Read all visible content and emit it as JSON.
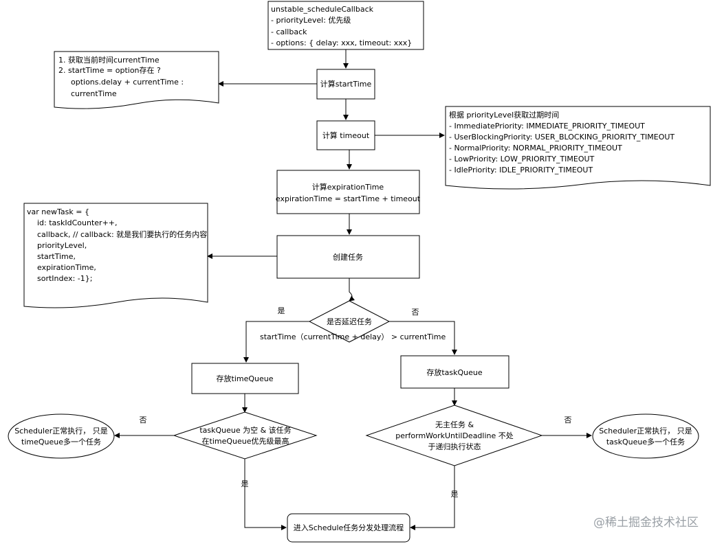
{
  "nodes": {
    "schedule_callback": [
      "unstable_scheduleCallback",
      "- priorityLevel: 优先级",
      "- callback",
      "- options: { delay: xxx, timeout: xxx}"
    ],
    "calc_start_time": "计算startTime",
    "start_time_note": [
      "1. 获取当前时间currentTime",
      "2. startTime = option存在 ?",
      "options.delay + currentTime :",
      "currentTime"
    ],
    "calc_timeout": "计算 timeout",
    "timeout_note": [
      "根据 priorityLevel获取过期时间",
      "- ImmediatePriority:  IMMEDIATE_PRIORITY_TIMEOUT",
      "- UserBlockingPriority:  USER_BLOCKING_PRIORITY_TIMEOUT",
      "- NormalPriority:  NORMAL_PRIORITY_TIMEOUT",
      "- LowPriority: LOW_PRIORITY_TIMEOUT",
      "- IdlePriority: IDLE_PRIORITY_TIMEOUT"
    ],
    "calc_expiration": [
      "计算expirationTime",
      "expirationTime = startTime + timeout"
    ],
    "create_task": "创建任务",
    "new_task_note": [
      "var newTask = {",
      "id: taskIdCounter++,",
      "callback, // callback: 就是我们要执行的任务内容",
      "priorityLevel,",
      "startTime,",
      "expirationTime,",
      "sortIndex: -1};"
    ],
    "is_delayed": "是否延迟任务",
    "condition": "startTime（currentTime + delay） > currentTime",
    "store_time_queue": "存放timeQueue",
    "store_task_queue": "存放taskQueue",
    "left_check": [
      "taskQueue 为空 & 该任务",
      "在timeQueue优先级最高"
    ],
    "right_check": [
      "无主任务 &",
      "performWorkUntilDeadline 不处",
      "于递归执行状态"
    ],
    "left_result": [
      "Scheduler正常执行， 只是",
      "timeQueue多一个任务"
    ],
    "right_result": [
      "Scheduler正常执行， 只是",
      "taskQueue多一个任务"
    ],
    "dispatch": "进入Schedule任务分发处理流程"
  },
  "edge_labels": {
    "yes_delayed": "是",
    "no_delayed": "否",
    "no_left": "否",
    "yes_left": "是",
    "no_right": "否",
    "yes_right": "是"
  },
  "watermark": "@稀土掘金技术社区"
}
